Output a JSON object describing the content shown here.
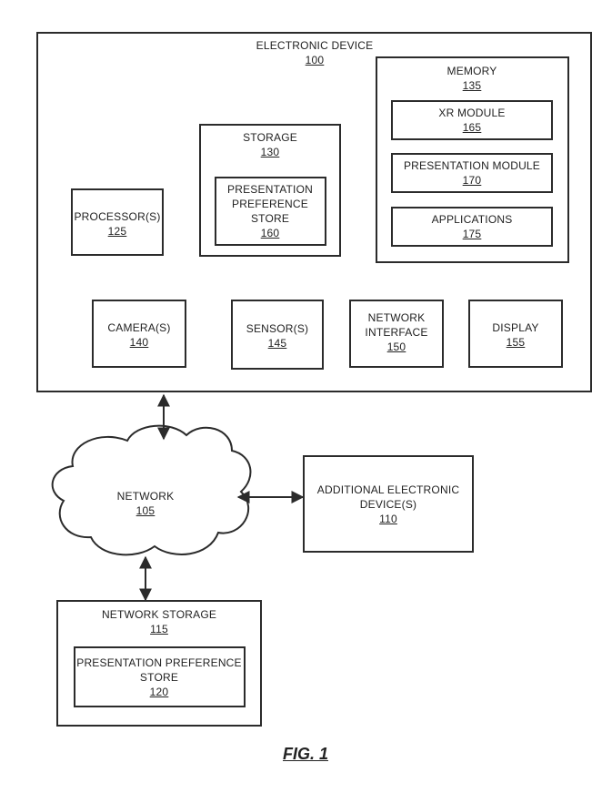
{
  "figure_label": "FIG. 1",
  "electronic_device": {
    "name": "ELECTRONIC DEVICE",
    "ref": "100"
  },
  "memory": {
    "name": "MEMORY",
    "ref": "135"
  },
  "xr_module": {
    "name": "XR MODULE",
    "ref": "165"
  },
  "presentation_module": {
    "name": "PRESENTATION MODULE",
    "ref": "170"
  },
  "applications": {
    "name": "APPLICATIONS",
    "ref": "175"
  },
  "storage": {
    "name": "STORAGE",
    "ref": "130"
  },
  "presentation_preference_store_local": {
    "name_lines": [
      "PRESENTATION",
      "PREFERENCE",
      "STORE"
    ],
    "ref": "160"
  },
  "processors": {
    "name": "PROCESSOR(S)",
    "ref": "125"
  },
  "cameras": {
    "name": "CAMERA(S)",
    "ref": "140"
  },
  "sensors": {
    "name": "SENSOR(S)",
    "ref": "145"
  },
  "network_interface": {
    "name_lines": [
      "NETWORK",
      "INTERFACE"
    ],
    "ref": "150"
  },
  "display": {
    "name": "DISPLAY",
    "ref": "155"
  },
  "network": {
    "name": "NETWORK",
    "ref": "105"
  },
  "additional_device": {
    "name_lines": [
      "ADDITIONAL ELECTRONIC",
      "DEVICE(S)"
    ],
    "ref": "110"
  },
  "network_storage": {
    "name": "NETWORK STORAGE",
    "ref": "115"
  },
  "presentation_preference_store_remote": {
    "name_lines": [
      "PRESENTATION PREFERENCE",
      "STORE"
    ],
    "ref": "120"
  }
}
